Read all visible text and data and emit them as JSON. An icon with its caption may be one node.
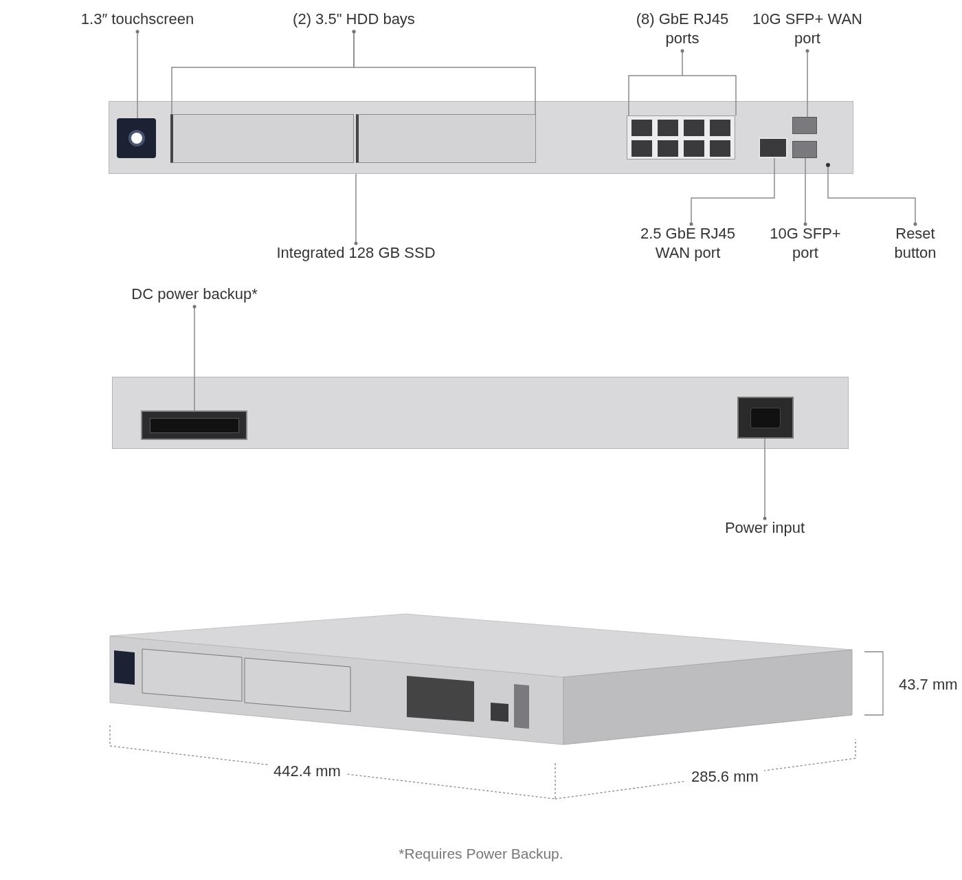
{
  "diagram": {
    "caption": "*Requires Power Backup.",
    "nodes": [
      {
        "text": [
          "1.3″ touchscreen"
        ]
      },
      {
        "text": [
          "(2) 3.5\" HDD bays"
        ]
      },
      {
        "text": [
          "(8) GbE RJ45 ports"
        ]
      },
      {
        "text": [
          "10G SFP+ WAN port"
        ]
      },
      {
        "text": [],
        "shape": "box"
      },
      {
        "text": [],
        "shape": "box",
        "in": 4
      },
      {
        "text": [],
        "shape": "box",
        "in": 4
      },
      {
        "text": [],
        "shape": "box",
        "in": 4
      },
      {
        "text": [],
        "shape": "box",
        "in": 4
      },
      {
        "text": [],
        "shape": "box",
        "in": 4
      },
      {
        "text": [],
        "shape": "box",
        "in": 4
      },
      {
        "text": [],
        "shape": "box",
        "in": 4
      },
      {
        "text": [],
        "shape": "circle",
        "in": 4
      },
      {
        "text": [
          "Integrated 128 GB SSD"
        ]
      },
      {
        "text": [
          "2.5 GbE RJ45 WAN port"
        ]
      },
      {
        "text": [
          "10G SFP+ port"
        ]
      },
      {
        "text": [
          "Reset button"
        ]
      },
      {
        "text": [
          "DC power backup*"
        ]
      },
      {
        "text": [],
        "shape": "box"
      },
      {
        "text": [],
        "shape": "box",
        "in": 18
      },
      {
        "text": [],
        "shape": "box",
        "in": 18
      },
      {
        "text": [
          "Power input"
        ]
      }
    ],
    "edges": [
      {
        "from": 0,
        "to": 5,
        "arrow": "other"
      },
      {
        "from": 1,
        "to": 6,
        "arrow": "other"
      },
      {
        "from": 1,
        "to": 7,
        "arrow": "other"
      },
      {
        "from": 2,
        "to": 8,
        "arrow": "other"
      },
      {
        "from": 3,
        "to": 10,
        "arrow": "other"
      },
      {
        "from": 13,
        "to": 4,
        "arrow": "other"
      },
      {
        "from": 14,
        "to": 9,
        "arrow": "other"
      },
      {
        "from": 15,
        "to": 11,
        "arrow": "other"
      },
      {
        "from": 16,
        "to": 12,
        "arrow": "other"
      },
      {
        "from": 17,
        "to": 19,
        "arrow": "other"
      },
      {
        "from": 21,
        "to": 20,
        "arrow": "other"
      }
    ],
    "labels": [
      "43.7 mm",
      "442.4 mm",
      "285.6 mm"
    ]
  }
}
